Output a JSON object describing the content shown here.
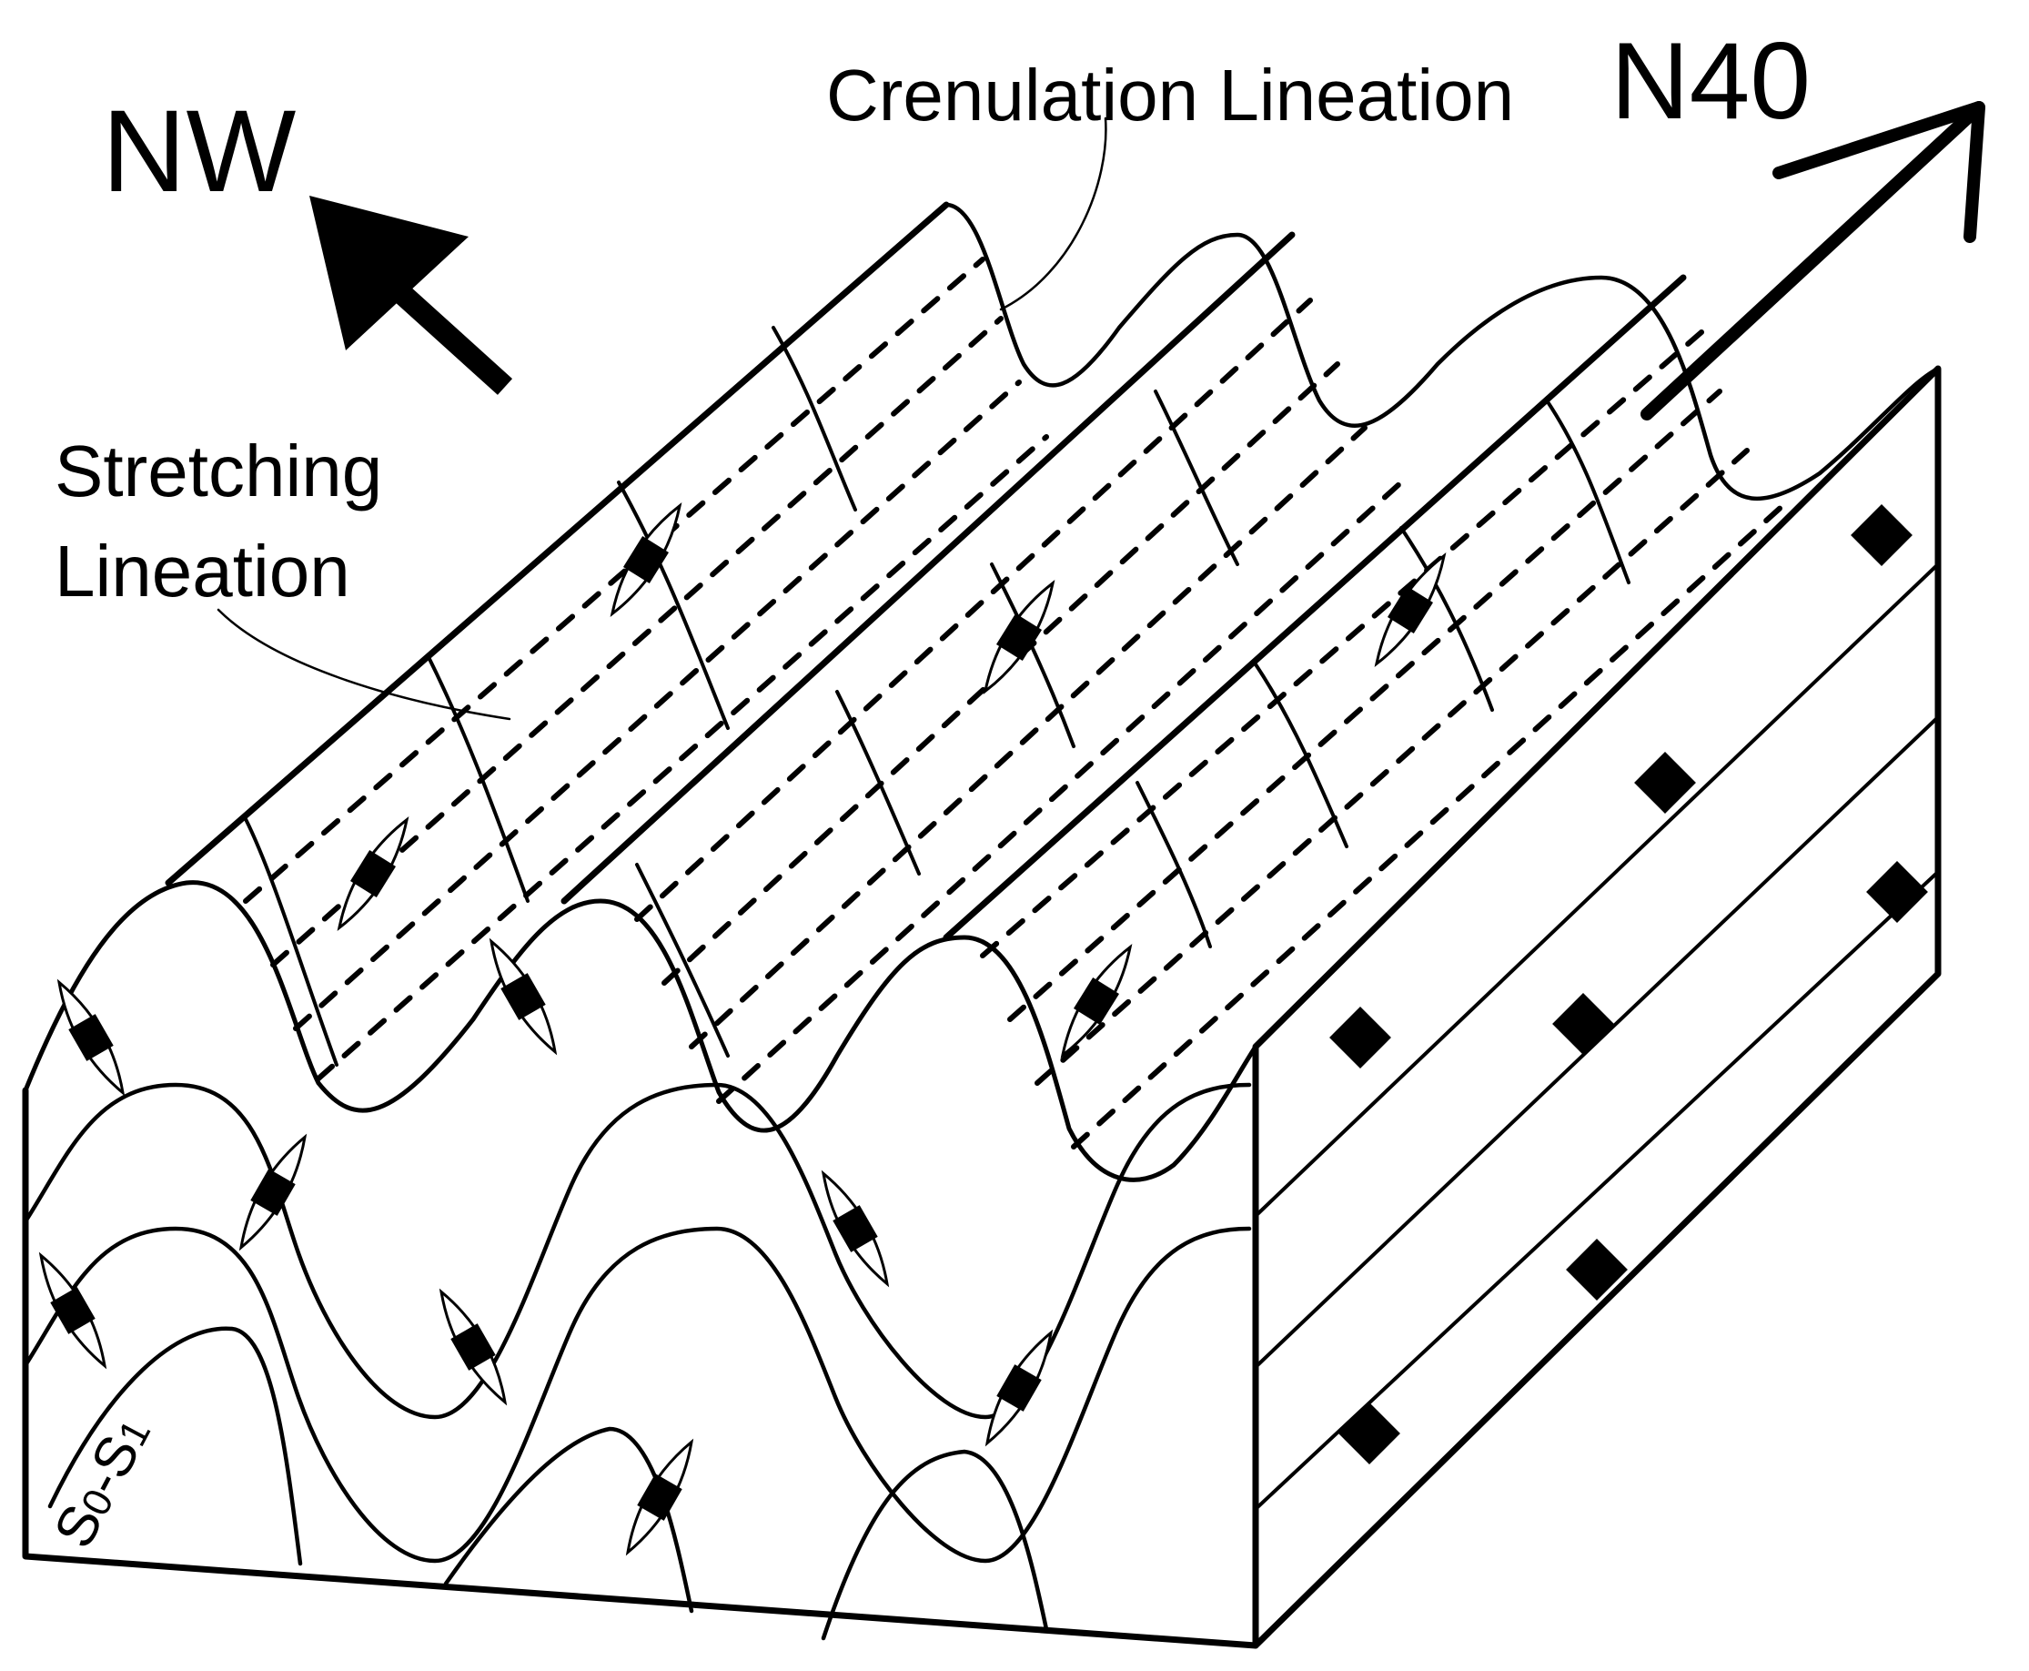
{
  "labels": {
    "nw": "NW",
    "n40": "N40",
    "crenulation": "Crenulation Lineation",
    "stretching_line1": "Stretching",
    "stretching_line2": "Lineation",
    "foliation_main": "S",
    "foliation_sub0": "0",
    "foliation_dash": "-",
    "foliation_main2": "S",
    "foliation_sub1": "1"
  },
  "colors": {
    "ink": "#000000",
    "paper": "#ffffff"
  }
}
